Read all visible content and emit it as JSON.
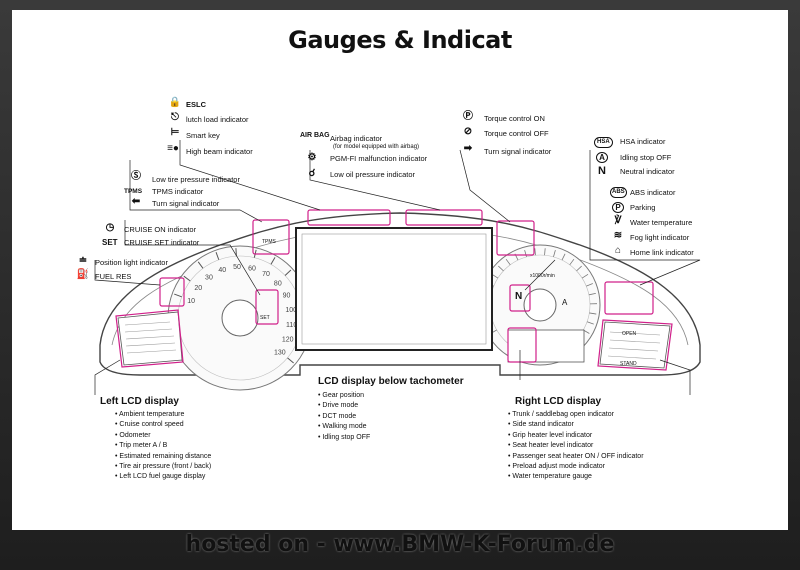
{
  "title": "Gauges & Indicat",
  "footer": "hosted on - www.BMW-K-Forum.de",
  "accent_color": "#d0208a",
  "top_left_group": [
    {
      "icon": "lock-icon",
      "label": "ESLC"
    },
    {
      "icon": "clutch-icon",
      "label": "lutch load indicator"
    },
    {
      "icon": "smart-key-icon",
      "label": "Smart key"
    },
    {
      "icon": "high-beam-icon",
      "label": "High beam indicator"
    }
  ],
  "top_center_group": [
    {
      "icon_text": "AIR BAG",
      "label": "Airbag indicator",
      "sub": "(for model equipped with airbag)"
    },
    {
      "icon": "engine-icon",
      "label": "PGM-FI malfunction indicator"
    },
    {
      "icon": "oil-can-icon",
      "label": "Low oil pressure indicator"
    }
  ],
  "top_right_group": [
    {
      "icon": "torque-control-icon",
      "label": "Torque control ON"
    },
    {
      "icon": "torque-control-off-icon",
      "label": "Torque control OFF"
    },
    {
      "icon": "arrow-right-icon",
      "label": "Turn signal indicator"
    }
  ],
  "left_mid_group": [
    {
      "icon": "tire-pressure-icon",
      "label": "Low tire pressure indicator"
    },
    {
      "icon_text": "TPMS",
      "label": "TPMS indicator"
    },
    {
      "icon": "arrow-left-icon",
      "label": "Turn signal indicator"
    }
  ],
  "left_cruise_group": [
    {
      "icon": "cruise-icon",
      "label": "CRUISE ON indicator"
    },
    {
      "icon_text": "SET",
      "label": "CRUISE SET indicator"
    }
  ],
  "left_low_group": [
    {
      "icon": "position-light-icon",
      "label": "Position light indicator"
    },
    {
      "icon": "fuel-pump-icon",
      "label": "FUEL RES"
    }
  ],
  "right_group": [
    {
      "icon_text": "HSA",
      "label": "HSA indicator"
    },
    {
      "icon_text": "A",
      "label": "Idling stop OFF"
    },
    {
      "icon_text": "N",
      "label": "Neutral indicator"
    },
    {
      "icon_text": "ABS",
      "label": "ABS indicator"
    },
    {
      "icon_text": "P",
      "label": "Parking"
    },
    {
      "icon": "water-temp-icon",
      "label": "Water temperature"
    },
    {
      "icon": "fog-light-icon",
      "label": "Fog light indicator"
    },
    {
      "icon": "home-icon",
      "label": "Home link indicator"
    }
  ],
  "left_lcd": {
    "heading": "Left LCD display",
    "items": [
      "Ambient temperature",
      "Cruise control speed",
      "Odometer",
      "Trip meter A / B",
      "Estimated remaining distance",
      "Tire air pressure (front / back)",
      "Left LCD fuel gauge display"
    ]
  },
  "center_lcd": {
    "heading": "LCD display below tachometer",
    "items": [
      "Gear position",
      "Drive mode",
      "DCT mode",
      "Walking mode",
      "Idling stop OFF"
    ]
  },
  "right_lcd": {
    "heading": "Right LCD display",
    "items": [
      "Trunk / saddlebag open indicator",
      "Side stand indicator",
      "Grip heater level indicator",
      "Seat heater level indicator",
      "Passenger seat heater ON / OFF indicator",
      "Preload adjust mode indicator",
      "Water temperature gauge"
    ]
  },
  "speedo_ticks": [
    "10",
    "20",
    "30",
    "40",
    "50",
    "60",
    "70",
    "80",
    "90",
    "100",
    "110",
    "120",
    "130"
  ],
  "tacho_labels": {
    "unit": "x1000r/min",
    "neutral": "N",
    "auto": "A",
    "stand": "STAND",
    "open": "OPEN",
    "tpms": "TPMS",
    "set": "SET"
  }
}
